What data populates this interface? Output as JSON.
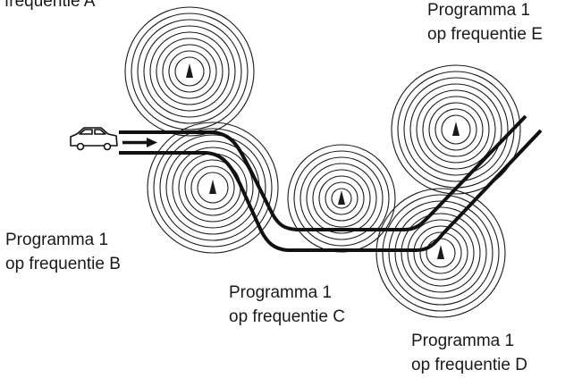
{
  "diagram": {
    "labels": {
      "a": {
        "line1": "frequentie A"
      },
      "e": {
        "line1": "Programma 1",
        "line2": "op frequentie E"
      },
      "b": {
        "line1": "Programma 1",
        "line2": "op frequentie B"
      },
      "c": {
        "line1": "Programma 1",
        "line2": "op frequentie C"
      },
      "d": {
        "line1": "Programma 1",
        "line2": "op frequentie D"
      }
    },
    "colors": {
      "ink": "#1a1a1a",
      "background": "#ffffff"
    },
    "icons": {
      "vehicle": "car-icon",
      "direction": "arrow-right-icon",
      "transmitter": "antenna-icon"
    }
  }
}
